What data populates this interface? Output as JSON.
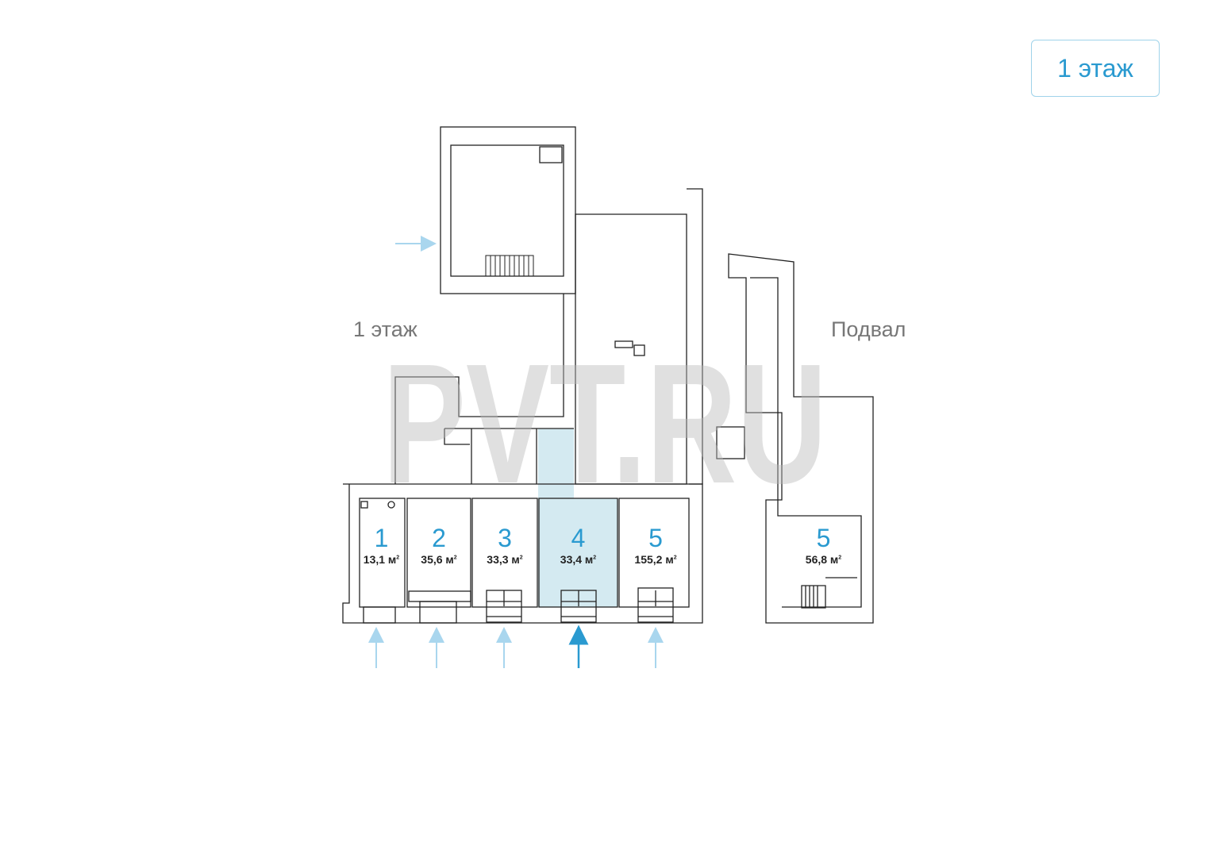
{
  "floor_selector": {
    "label": "1 этаж"
  },
  "sections": {
    "first_floor": "1 этаж",
    "basement": "Подвал"
  },
  "watermark": "PVT.RU",
  "units": [
    {
      "number": "1",
      "area": "13,1 м",
      "highlighted": false
    },
    {
      "number": "2",
      "area": "35,6 м",
      "highlighted": false
    },
    {
      "number": "3",
      "area": "33,3 м",
      "highlighted": false
    },
    {
      "number": "4",
      "area": "33,4 м",
      "highlighted": true
    },
    {
      "number": "5",
      "area": "155,2 м",
      "highlighted": false
    }
  ],
  "basement_unit": {
    "number": "5",
    "area": "56,8 м"
  },
  "area_unit_sup": "2",
  "colors": {
    "accent": "#2a9ad0",
    "highlight_fill": "#d4eaf1",
    "arrow_light": "#a9d6ee",
    "arrow_active": "#2a9ad0"
  }
}
